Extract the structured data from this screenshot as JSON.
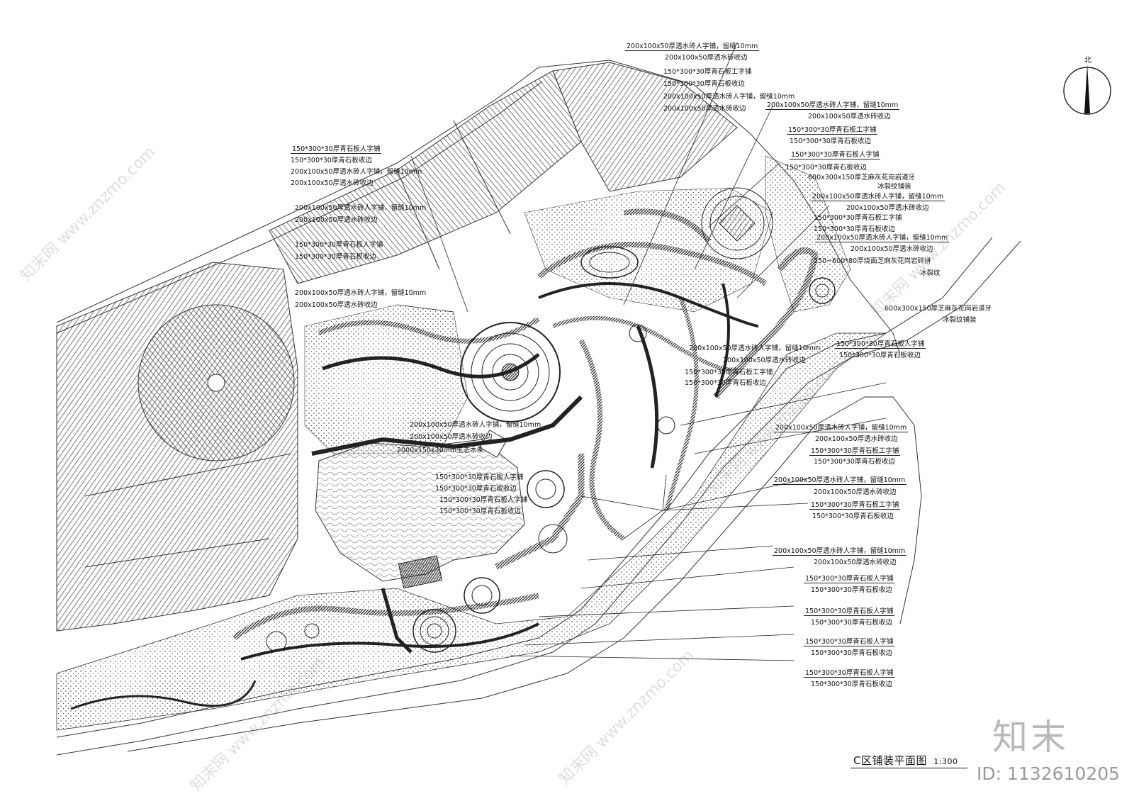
{
  "drawing": {
    "title": "C区铺装平面图",
    "scale": "1:300",
    "north": "北"
  },
  "annotations": {
    "top_cluster": [
      "200x100x50厚透水砖人字铺，留缝10mm",
      "200x100x50厚透水砖收边",
      "150*300*30厚青石板工字铺",
      "150*300*30厚青石板收边",
      "200x100x50厚透水砖人字铺，留缝10mm",
      "200x100x50厚透水砖收边"
    ],
    "left_cluster": [
      "150*300*30厚青石板人字铺",
      "150*300*30厚青石板收边",
      "200x100x50厚透水砖人字铺，留缝10mm",
      "200x100x50厚透水砖收边"
    ],
    "inner_left": [
      "200x100x50厚透水砖人字铺，留缝10mm",
      "200x100x50厚透水砖收边",
      "150*300*30厚青石板人字铺",
      "150*300*30厚青石板收边",
      "200x100x50厚透水砖人字铺，留缝10mm",
      "200x100x50厚透水砖收边"
    ],
    "right_upper": [
      "200x100x50厚透水砖人字铺，留缝10mm",
      "200x100x50厚透水砖收边",
      "150*300*30厚青石板工字铺",
      "150*300*30厚青石板收边",
      "150*300*30厚青石板人字铺",
      "150*300*30厚青石板收边",
      "600x300x150厚芝麻灰花岗岩道牙",
      "冰裂纹铺装",
      "200x100x50厚透水砖人字铺，留缝10mm",
      "200x100x50厚透水砖收边",
      "150*300*30厚青石板工字铺",
      "150*300*30厚青石板收边",
      "200x100x50厚透水砖人字铺，留缝10mm",
      "200x100x50厚透水砖收边",
      "250~600*80厚烧面芝麻灰花岗岩碎拼",
      "冰裂纹",
      "600x300x150厚芝麻灰花岗岩道牙",
      "冰裂纹铺装",
      "150*300*30厚青石板人字铺",
      "150*300*30厚青石板收边"
    ],
    "center": [
      "200x100x50厚透水砖人字铺，留缝10mm",
      "200x100x50厚透水砖收边",
      "150*300*30厚青石板工字铺",
      "150*300*30厚青石板收边",
      "200x100x50厚透水砖人字铺，留缝10mm",
      "200x100x50厚透水砖收边",
      "2000x150x30mm生态木条",
      "150*300*30厚青石板人字铺",
      "150*300*30厚青石板收边",
      "150*300*30厚青石板人字铺",
      "150*300*30厚青石板收边"
    ],
    "right_lower": [
      "200x100x50厚透水砖人字铺，留缝10mm",
      "200x100x50厚透水砖收边",
      "150*300*30厚青石板工字铺",
      "150*300*30厚青石板收边",
      "200x100x50厚透水砖人字铺，留缝10mm",
      "200x100x50厚透水砖收边",
      "150*300*30厚青石板工字铺",
      "150*300*30厚青石板收边",
      "200x100x50厚透水砖人字铺，留缝10mm",
      "200x100x50厚透水砖收边",
      "150*300*30厚青石板人字铺",
      "150*300*30厚青石板收边",
      "150*300*30厚青石板人字铺",
      "150*300*30厚青石板收边",
      "150*300*30厚青石板人字铺",
      "150*300*30厚青石板收边",
      "150*300*30厚青石板人字铺",
      "150*300*30厚青石板收边"
    ]
  },
  "watermark": {
    "brand": "知末",
    "id_text": "ID: 1132610205",
    "site": "知末网 www.znzmo.com"
  },
  "colors": {
    "line": "#222222",
    "background": "#ffffff",
    "watermark": "#b0b0b0"
  }
}
